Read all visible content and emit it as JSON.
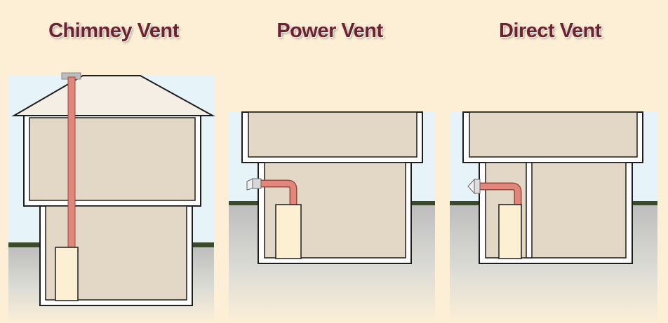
{
  "titles": {
    "chimney": "Chimney Vent",
    "power": "Power Vent",
    "direct": "Direct Vent"
  },
  "colors": {
    "background": "#fcefd6",
    "title": "#6e2230",
    "sky": "#e6f4fa",
    "wall": "#ffffff",
    "room": "#e2d8c5",
    "outline": "#1e1e1e",
    "ground": "#cfcfcf",
    "grass": "#3b4a2a",
    "pipe": "#e0867a",
    "heater": "#fcefd2",
    "roof": "#f5eee4"
  }
}
